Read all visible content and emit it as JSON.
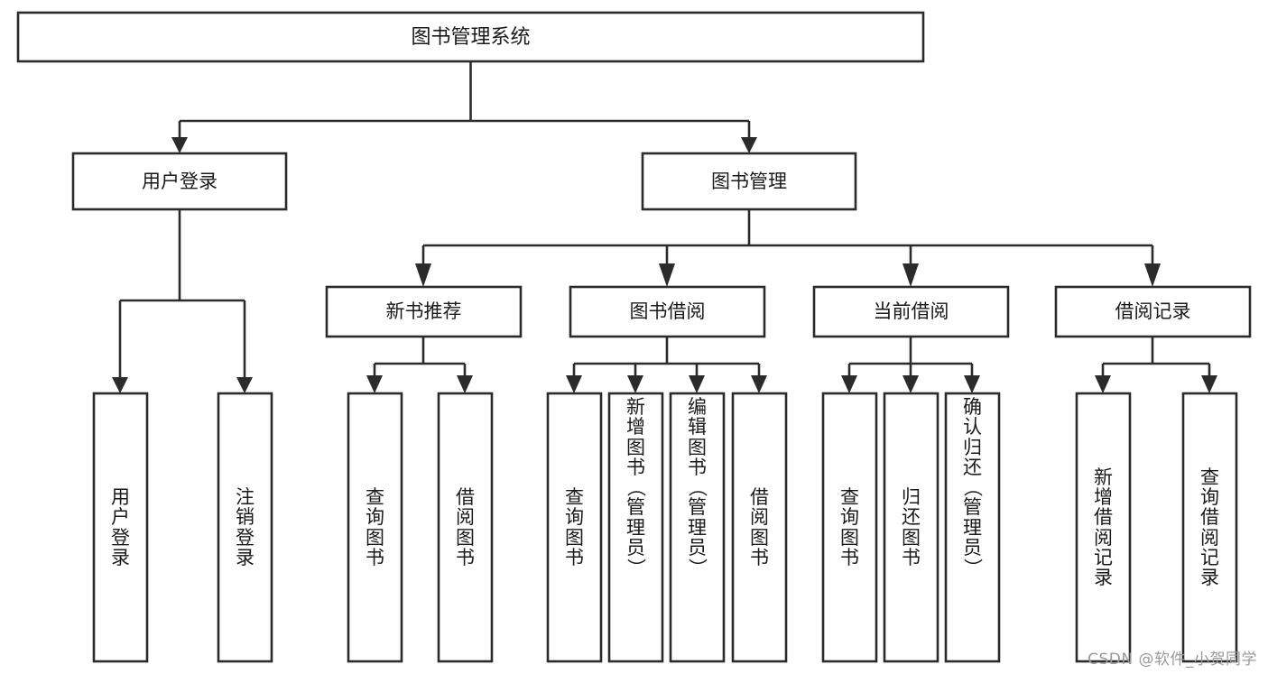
{
  "diagram": {
    "title": "图书管理系统",
    "type": "tree-hierarchy-chart",
    "colors": {
      "box_stroke": "#2b2b2b",
      "box_fill": "#ffffff",
      "connector": "#2b2b2b",
      "text": "#1a1a1a",
      "background": "#ffffff",
      "watermark": "#9a9a9a"
    },
    "root": {
      "label": "图书管理系统"
    },
    "level2": [
      {
        "label": "用户登录"
      },
      {
        "label": "图书管理"
      }
    ],
    "level3": [
      {
        "label": "新书推荐"
      },
      {
        "label": "图书借阅"
      },
      {
        "label": "当前借阅"
      },
      {
        "label": "借阅记录"
      }
    ],
    "leaves": {
      "user_login": [
        {
          "label": "用户登录",
          "chars": [
            "用",
            "户",
            "登",
            "录"
          ]
        },
        {
          "label": "注销登录",
          "chars": [
            "注",
            "销",
            "登",
            "录"
          ]
        }
      ],
      "new_book_recommend": [
        {
          "label": "查询图书",
          "chars": [
            "查",
            "询",
            "图",
            "书"
          ]
        },
        {
          "label": "借阅图书",
          "chars": [
            "借",
            "阅",
            "图",
            "书"
          ]
        }
      ],
      "book_borrow": [
        {
          "label": "查询图书",
          "chars": [
            "查",
            "询",
            "图",
            "书"
          ]
        },
        {
          "label": "新增图书（管理员）",
          "chars": [
            "新",
            "增",
            "图",
            "书",
            "（",
            "管",
            "理",
            "员",
            "）"
          ]
        },
        {
          "label": "编辑图书（管理员）",
          "chars": [
            "编",
            "辑",
            "图",
            "书",
            "（",
            "管",
            "理",
            "员",
            "）"
          ]
        },
        {
          "label": "借阅图书",
          "chars": [
            "借",
            "阅",
            "图",
            "书"
          ]
        }
      ],
      "current_borrow": [
        {
          "label": "查询图书",
          "chars": [
            "查",
            "询",
            "图",
            "书"
          ]
        },
        {
          "label": "归还图书",
          "chars": [
            "归",
            "还",
            "图",
            "书"
          ]
        },
        {
          "label": "确认归还（管理员）",
          "chars": [
            "确",
            "认",
            "归",
            "还",
            "（",
            "管",
            "理",
            "员",
            "）"
          ]
        }
      ],
      "borrow_record": [
        {
          "label": "新增借阅记录",
          "chars": [
            "新",
            "增",
            "借",
            "阅",
            "记",
            "录"
          ]
        },
        {
          "label": "查询借阅记录",
          "chars": [
            "查",
            "询",
            "借",
            "阅",
            "记",
            "录"
          ]
        }
      ]
    }
  },
  "watermark": {
    "text": "CSDN @软件_小贺同学"
  }
}
